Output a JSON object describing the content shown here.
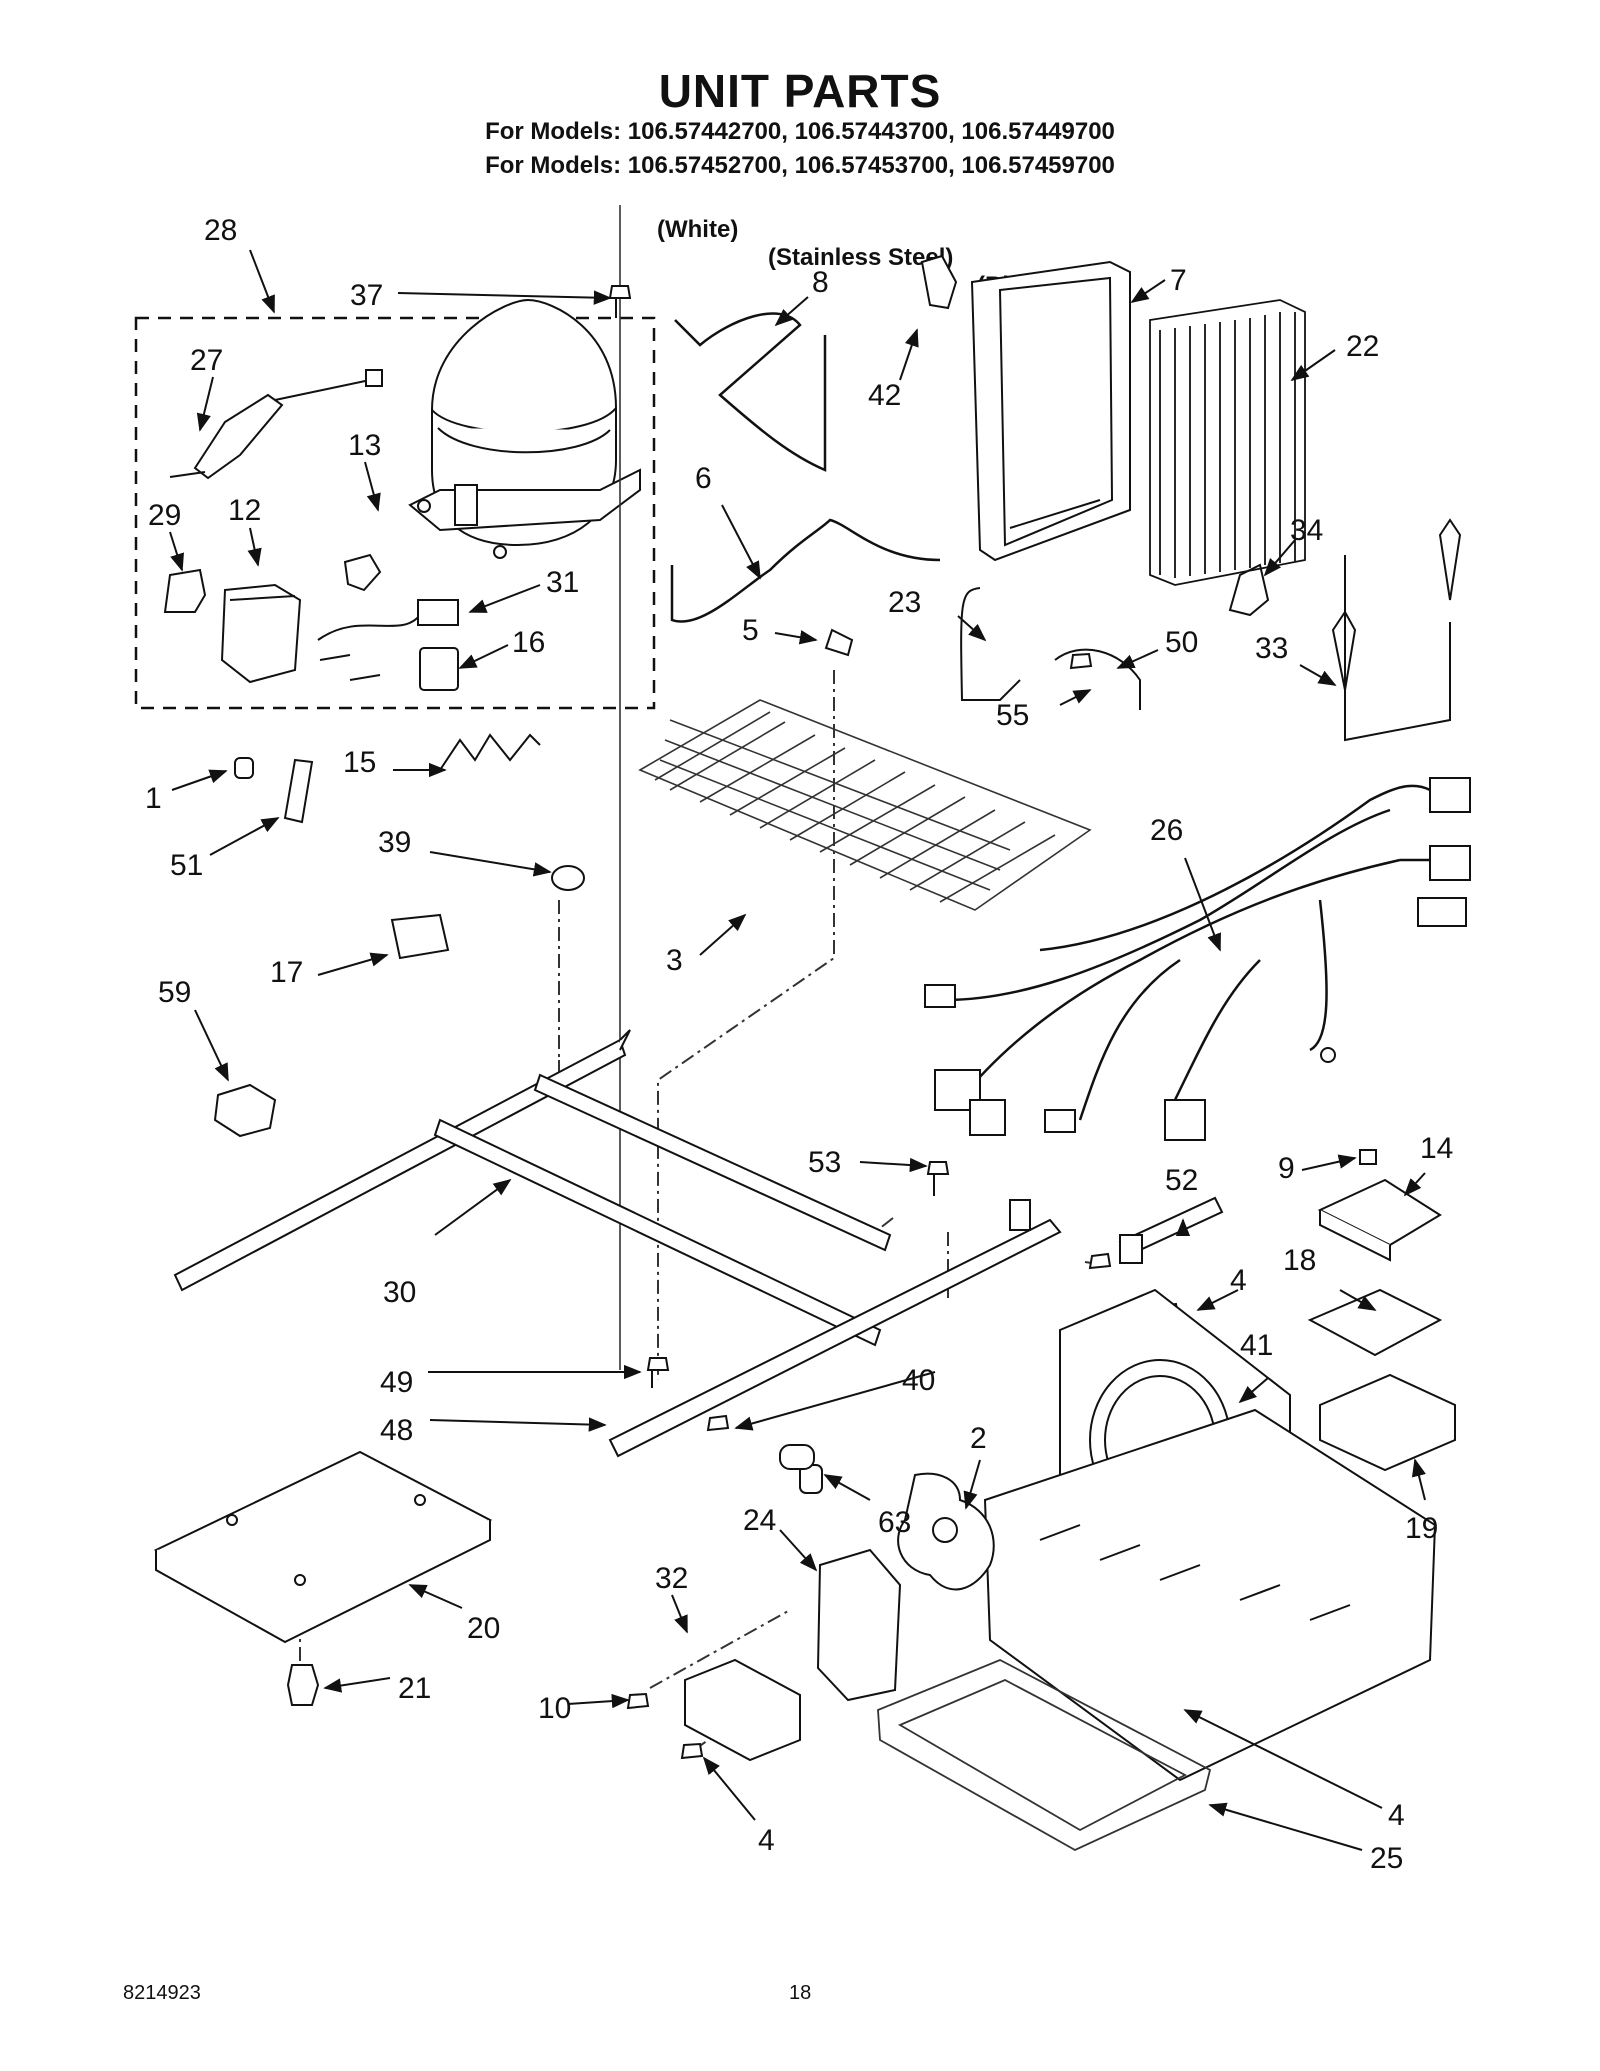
{
  "header": {
    "title": "UNIT PARTS",
    "models_line_1": "For Models: 106.57442700, 106.57443700, 106.57449700",
    "models_line_2": "For Models: 106.57452700, 106.57453700, 106.57459700",
    "colors": [
      "(White)",
      "(Stainless Steel)",
      "(Black)"
    ]
  },
  "callouts": [
    "28",
    "37",
    "8",
    "7",
    "22",
    "27",
    "13",
    "12",
    "29",
    "31",
    "16",
    "42",
    "6",
    "34",
    "23",
    "5",
    "50",
    "33",
    "55",
    "1",
    "15",
    "51",
    "39",
    "26",
    "17",
    "3",
    "59",
    "53",
    "9",
    "14",
    "52",
    "18",
    "4",
    "41",
    "30",
    "49",
    "40",
    "48",
    "2",
    "19",
    "24",
    "63",
    "32",
    "20",
    "21",
    "10",
    "25"
  ],
  "footer": {
    "doc_number": "8214923",
    "page_number": "18"
  }
}
